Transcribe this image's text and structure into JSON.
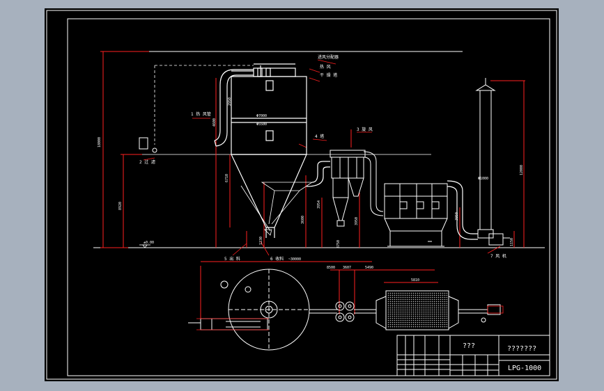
{
  "title_block": {
    "drawing_title": "???",
    "company": "???????",
    "model": "LPG-1000"
  },
  "elevation_view": {
    "dimensions": {
      "overall_height": "18000",
      "tower_height_left": "8920",
      "cone_height": "6710",
      "cone_lower": "3600",
      "cyclone_height": "3954",
      "cyclone_lower": "3950",
      "cyclone_base": "3750",
      "base_left": "1230",
      "chimney_height": "12000",
      "chimney_lower": "3950",
      "fan_height": "1150",
      "diameter_top": "Φ7000",
      "diameter_mid": "Φ5500",
      "chimney_diameter": "Φ1000",
      "duct_rise": "2950",
      "duct_left": "4600"
    },
    "labels": {
      "top_right_1": "进风分配器",
      "top_right_2": "热 风",
      "top_right_3": "干 燥 塔",
      "duct_label": "1 热 风管",
      "filter_label": "2 过 滤",
      "cyclone_label": "3 旋 风",
      "tower_side_label": "4 塔",
      "bottom_label_1": "5 出 料",
      "bottom_label_2": "6 收料",
      "fan_label": "7 风 机",
      "level_mark": "±0.00"
    }
  },
  "plan_view": {
    "dimensions": {
      "overall_length": "~30000",
      "span_1": "8500",
      "span_2": "3607",
      "span_3": "5490",
      "filter_length": "5810"
    }
  }
}
